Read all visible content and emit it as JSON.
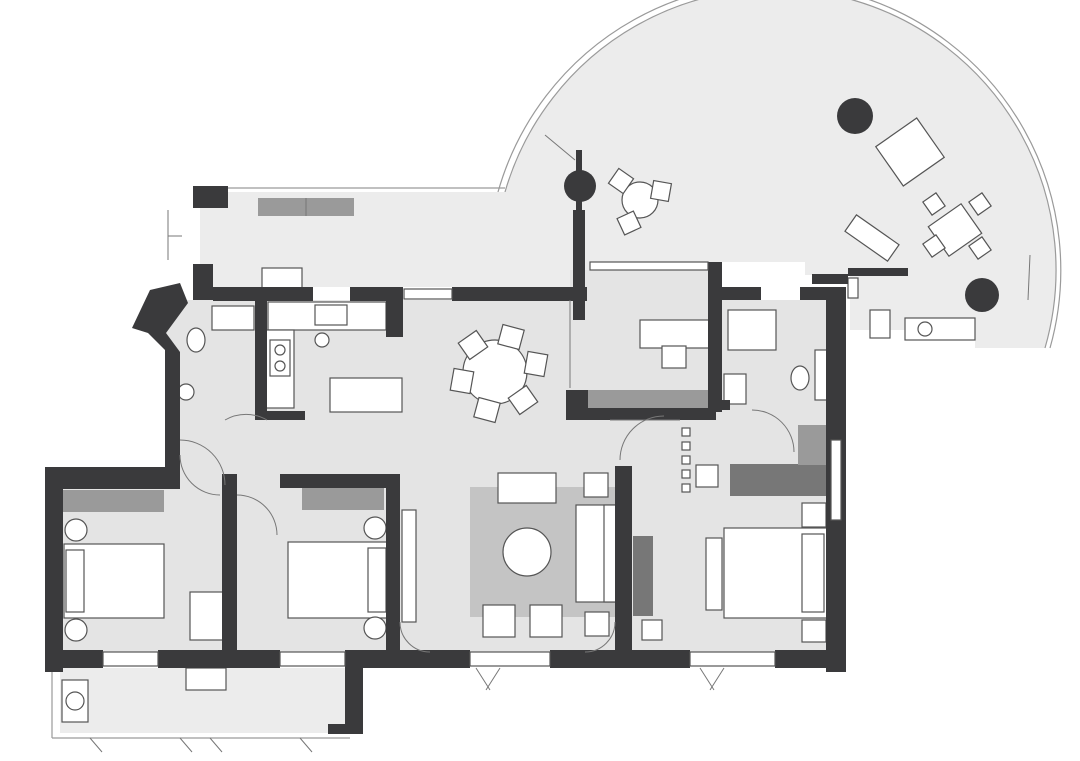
{
  "colors": {
    "wall": "#3a3a3c",
    "floor": "#e4e4e4",
    "balcony_floor": "#ececec",
    "cabinet": "#777777",
    "rug": "#c4c4c4",
    "plant": "#3a3a3c"
  },
  "rooms": [
    {
      "id": "north-balcony",
      "kind": "balcony"
    },
    {
      "id": "curved-terrace",
      "kind": "balcony"
    },
    {
      "id": "dining-living",
      "kind": "living"
    },
    {
      "id": "kitchen",
      "kind": "kitchen"
    },
    {
      "id": "study",
      "kind": "study"
    },
    {
      "id": "bathroom-west",
      "kind": "bathroom"
    },
    {
      "id": "bathroom-east",
      "kind": "bathroom"
    },
    {
      "id": "bedroom-1",
      "kind": "bedroom"
    },
    {
      "id": "bedroom-2",
      "kind": "bedroom"
    },
    {
      "id": "bedroom-master",
      "kind": "bedroom"
    },
    {
      "id": "south-balcony",
      "kind": "balcony"
    }
  ],
  "furniture": {
    "dining_chairs": 6,
    "terrace_round_chairs": 3,
    "terrace_square_chairs": 4,
    "armchairs": 2,
    "bar_stools": 6,
    "beds": 3,
    "plants": 3
  }
}
